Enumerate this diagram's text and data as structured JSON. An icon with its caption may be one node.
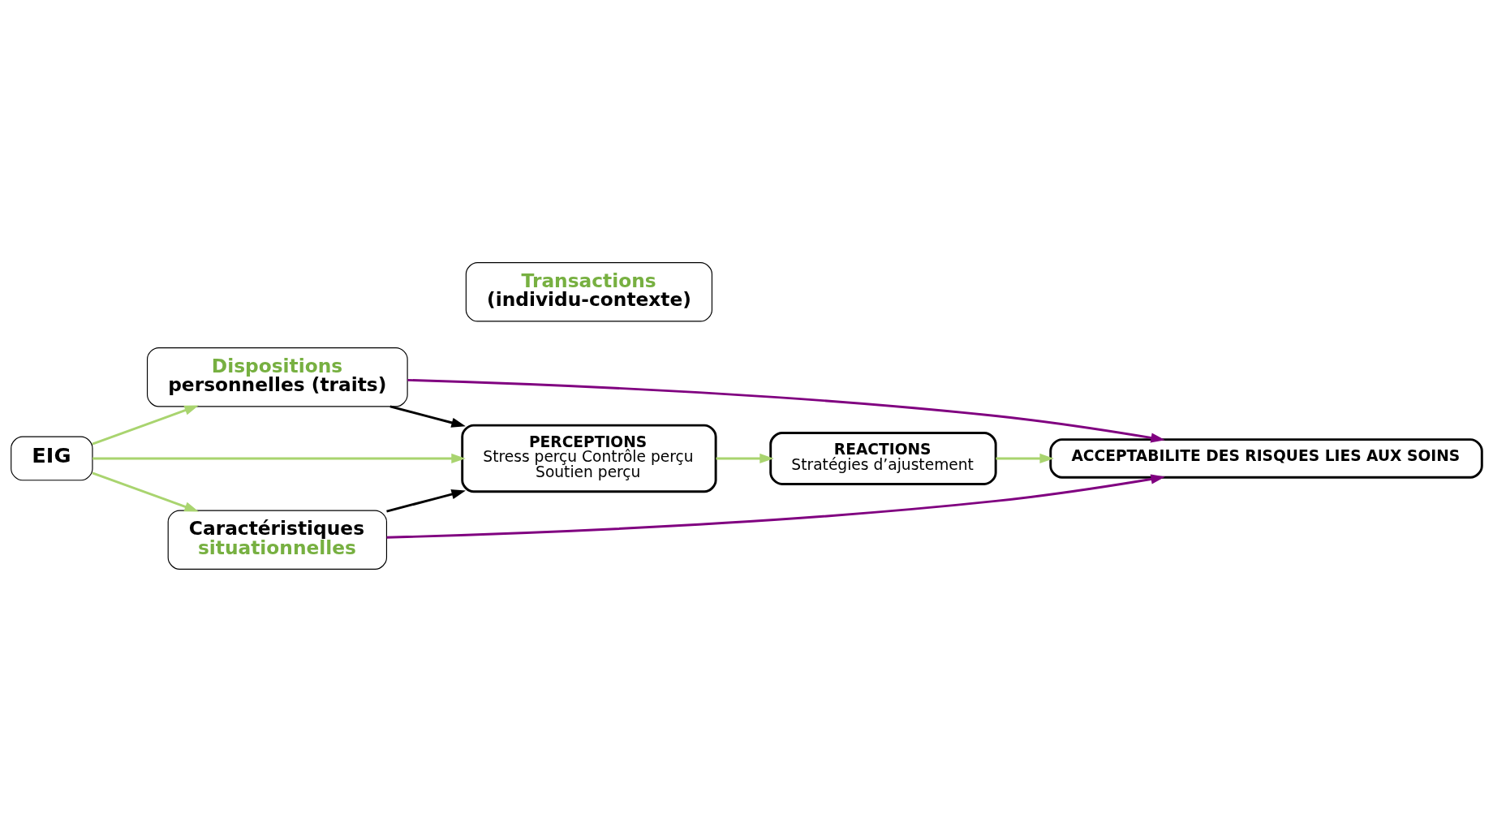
{
  "diagram": {
    "nodes": [
      {
        "text": [
          "Dispositions",
          "personnelles (traits)"
        ]
      },
      {
        "text": [
          "Transactions",
          "(individu-contexte)"
        ]
      },
      {
        "text": [
          "EIG"
        ]
      },
      {
        "text": [
          "PERCEPTIONS",
          "Stress perçu Contrôle perçu",
          "Soutien perçu"
        ]
      },
      {
        "text": [
          "REACTIONS",
          "Stratégies d’ajustement"
        ]
      },
      {
        "text": [
          "ACCEPTABILITE DES RISQUES LIES AUX SOINS"
        ]
      },
      {
        "text": [
          "Caractéristiques",
          "situationnelles"
        ]
      }
    ],
    "edges": [
      {
        "from": 2,
        "to": 0,
        "arrow": "to"
      },
      {
        "from": 2,
        "to": 3,
        "arrow": "to"
      },
      {
        "from": 2,
        "to": 6,
        "arrow": "to"
      },
      {
        "from": 0,
        "to": 3,
        "arrow": "to",
        "color": "#000000"
      },
      {
        "from": 6,
        "to": 3,
        "arrow": "to",
        "color": "#000000"
      },
      {
        "from": 3,
        "to": 4,
        "arrow": "to"
      },
      {
        "from": 4,
        "to": 5,
        "arrow": "to"
      },
      {
        "from": 0,
        "to": 5,
        "arrow": "to",
        "color": "#800080"
      },
      {
        "from": 6,
        "to": 5,
        "arrow": "to",
        "color": "#800080"
      }
    ]
  }
}
